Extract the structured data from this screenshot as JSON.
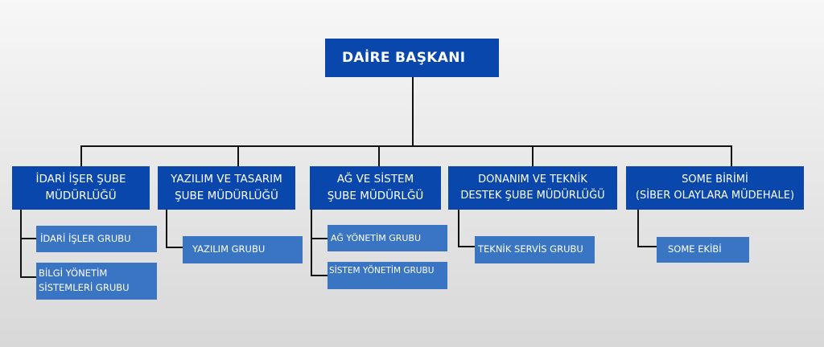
{
  "head": {
    "title": "DAİRE BAŞKANI"
  },
  "departments": [
    {
      "line1": "İDARİ İŞER ŞUBE",
      "line2": "MÜDÜRLÜĞÜ",
      "groups": [
        {
          "line1": "İDARİ İŞLER GRUBU"
        },
        {
          "line1": "BİLGİ YÖNETİM",
          "line2": "SİSTEMLERİ GRUBU"
        }
      ]
    },
    {
      "line1": "YAZILIM VE TASARIM",
      "line2": "ŞUBE MÜDÜRLÜĞÜ",
      "groups": [
        {
          "line1": "YAZILIM GRUBU"
        }
      ]
    },
    {
      "line1": "AĞ VE SİSTEM",
      "line2": "ŞUBE MÜDÜRLĞÜ",
      "groups": [
        {
          "line1": "AĞ YÖNETİM GRUBU"
        },
        {
          "line1": "SİSTEM YÖNETİM GRUBU"
        }
      ]
    },
    {
      "line1": "DONANIM VE TEKNİK",
      "line2": "DESTEK ŞUBE MÜDÜRLÜĞÜ",
      "groups": [
        {
          "line1": "TEKNİK SERVİS GRUBU"
        }
      ]
    },
    {
      "line1": "SOME BİRİMİ",
      "line2": "(SİBER OLAYLARA MÜDEHALE)",
      "groups": [
        {
          "line1": "SOME EKİBİ"
        }
      ]
    }
  ]
}
